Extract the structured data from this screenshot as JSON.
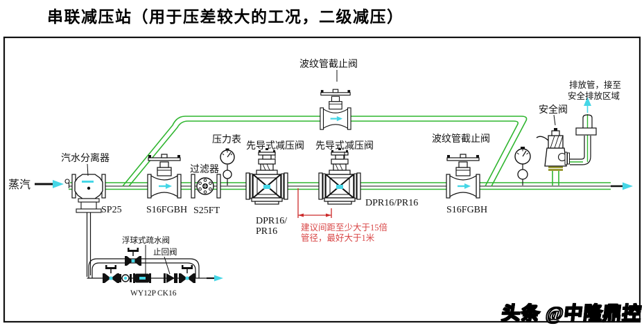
{
  "title": "串联减压站（用于压差较大的工况，二级减压）",
  "watermark": "头条 @中隆鼎控",
  "colors": {
    "pipe_green": "#2fb52f",
    "flow_cyan": "#45d6e6",
    "annotation_red": "#cc2a2a",
    "line_black": "#111111"
  },
  "labels": {
    "steam_inlet": "蒸汽",
    "separator": "汽水分离器",
    "separator_model": "SP25",
    "stop_valve_model_left": "S16FGBH",
    "strainer": "过滤器",
    "strainer_model": "S25FT",
    "pressure_gauge": "压力表",
    "prv_left": "先导式减压阀",
    "prv_right": "先导式减压阀",
    "prv_left_model_line1": "DPR16/",
    "prv_left_model_line2": "PR16",
    "prv_right_model": "DPR16/PR16",
    "bypass_valve_top": "波纹管截止阀",
    "stop_valve_right": "波纹管截止阀",
    "stop_valve_model_right": "S16FGBH",
    "safety_valve": "安全阀",
    "discharge_note_line1": "排放管，接至",
    "discharge_note_line2": "安全排放区域",
    "float_trap": "浮球式疏水阀",
    "check_valve": "止回阀",
    "float_trap_model": "WY12P",
    "check_valve_model": "CK16"
  },
  "annotation": {
    "spacing_line1": "建议间距至少大于15倍",
    "spacing_line2": "管径，最好大于1米"
  }
}
